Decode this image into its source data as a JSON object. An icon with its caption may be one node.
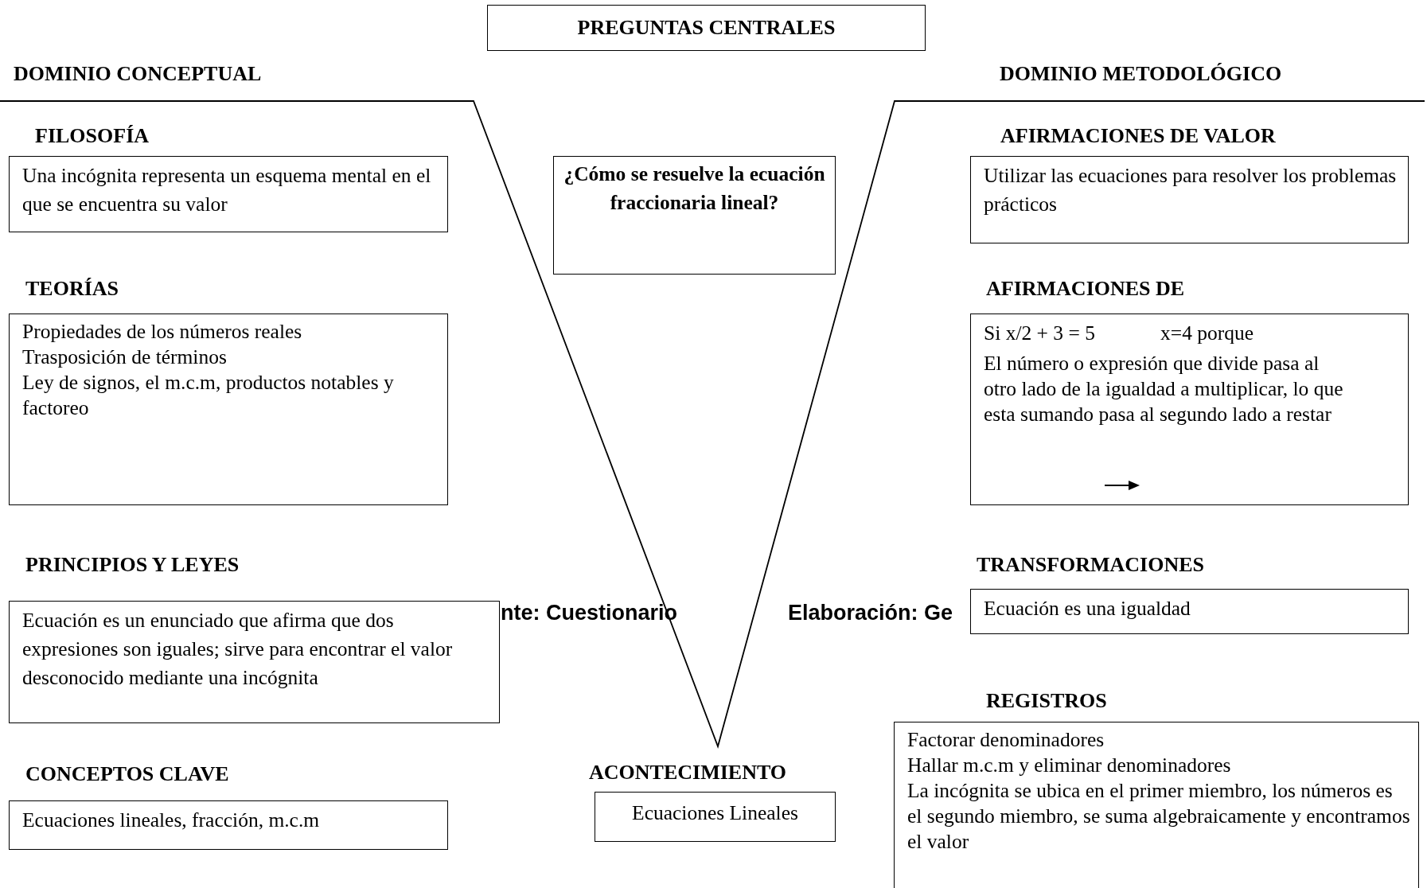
{
  "diagram": {
    "nodes": [
      {
        "text": [
          "PREGUNTAS CENTRALES"
        ]
      },
      {
        "text": [
          "FILOSOFÍA",
          "Una incógnita representa un esquema mental en el que se encuentra su valor"
        ]
      },
      {
        "text": [
          "¿Cómo se resuelve la ecuación fraccionaria lineal?"
        ]
      },
      {
        "text": [
          "AFIRMACIONES DE VALOR",
          "Utilizar las ecuaciones para resolver los problemas prácticos"
        ]
      },
      {
        "text": [
          "TEORÍAS",
          "Propiedades de los números reales",
          "Trasposición de términos",
          "Ley de signos, el m.c.m, productos notables y factoreo"
        ]
      },
      {
        "text": [
          "AFIRMACIONES DE",
          "Si x/2 + 3 = 5",
          "x=4 porque",
          "El número o expresión que divide pasa al otro lado de la igualdad a multiplicar, lo que esta sumando pasa al segundo lado a restar"
        ]
      },
      {
        "text": [
          "PRINCIPIOS Y LEYES",
          "Ecuación es un enunciado que afirma que dos expresiones son iguales; sirve para encontrar el valor desconocido mediante una incógnita"
        ]
      },
      {
        "text": [
          "TRANSFORMACIONES",
          "Ecuación es una igualdad"
        ]
      },
      {
        "text": [
          "REGISTROS",
          "Factorar denominadores",
          "Hallar m.c.m y eliminar denominadores",
          "La incógnita se ubica en el primer miembro, los números es el segundo miembro, se suma algebraicamente y encontramos el valor"
        ]
      },
      {
        "text": [
          "CONCEPTOS CLAVE",
          "Ecuaciones lineales, fracción, m.c.m"
        ]
      },
      {
        "text": [
          "ACONTECIMIENTO",
          "Ecuaciones Lineales"
        ]
      }
    ],
    "labels": [
      "DOMINIO CONCEPTUAL",
      "DOMINIO METODOLÓGICO",
      "nte: Cuestionario",
      "Elaboración: Ge"
    ]
  }
}
